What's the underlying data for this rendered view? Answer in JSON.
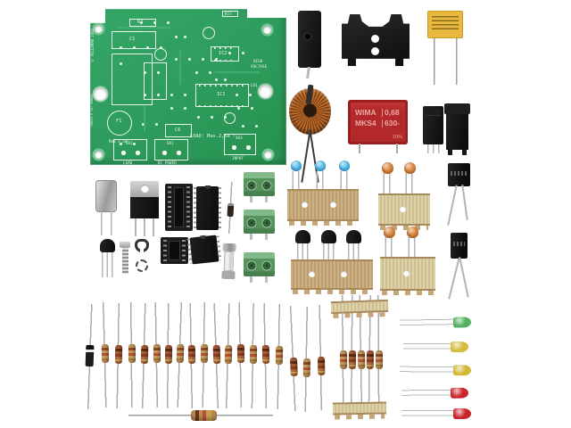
{
  "pcb": {
    "copyright": "© VELLEMAN 2001",
    "side_code": "P8029'2 for K8009",
    "load_note": "LOAD: Max.2,5A !",
    "max_note": "Max 2,5A",
    "high_voltage_1": "HIGH",
    "high_voltage_2": "VOLTAGE",
    "refs": {
      "r2": "R2",
      "c1": "C1",
      "c6": "C6",
      "f1": "F1",
      "ic1": "IC1",
      "ic2": "IC2",
      "r17": "R17",
      "ld1": "LD1",
      "sk1": "SK1",
      "sk2": "SK2",
      "sk3": "SK3",
      "sk1_label": "DC POWER",
      "sk2_label": "LOAD",
      "sk3_label": "INPUT"
    }
  },
  "wima_capacitor": {
    "brand": "WIMA",
    "capacitance": "0,68",
    "series": "MKS4",
    "voltage": "630-",
    "tolerance": "10%"
  },
  "colors": {
    "pcb_green": "#2f9e5f",
    "silkscreen": "#eaf8ee",
    "wima_red": "#b3282a",
    "box_capacitor_yellow": "#e9b93f",
    "toroid_copper": "#c0702f",
    "ceramic_blue": "#3a8ec4",
    "ceramic_orange": "#c06a28",
    "led_green": "#53b15f",
    "led_yellow": "#d8bc3f",
    "led_red": "#c9252b",
    "terminal_green": "#55925c",
    "tape_tan": "#c9a97b"
  }
}
